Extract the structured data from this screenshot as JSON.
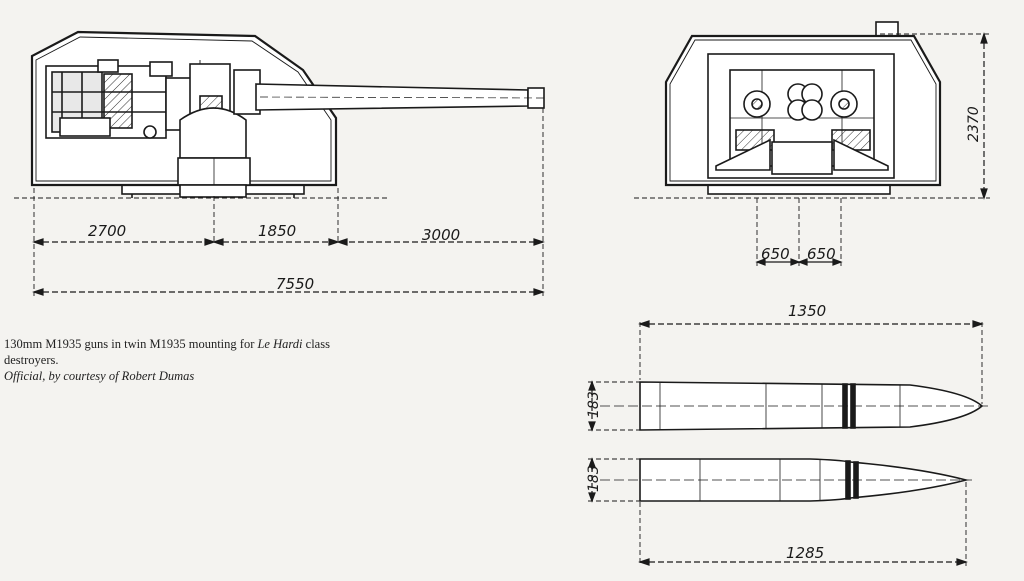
{
  "dimensions": {
    "turret_rear": "2700",
    "trunnion_to_front": "1850",
    "barrel_extension": "3000",
    "overall_length": "7550",
    "height": "2370",
    "gun_spacing_left": "650",
    "gun_spacing_right": "650",
    "shell_1_length": "1350",
    "shell_1_diameter": "183",
    "shell_2_length": "1285",
    "shell_2_diameter": "183"
  },
  "caption": {
    "text_before_italic": "130mm M1935 guns in twin M1935 mounting for ",
    "italic_part": "Le Hardi",
    "text_after_italic": " class destroyers.",
    "credit": "Official, by courtesy of Robert Dumas"
  }
}
